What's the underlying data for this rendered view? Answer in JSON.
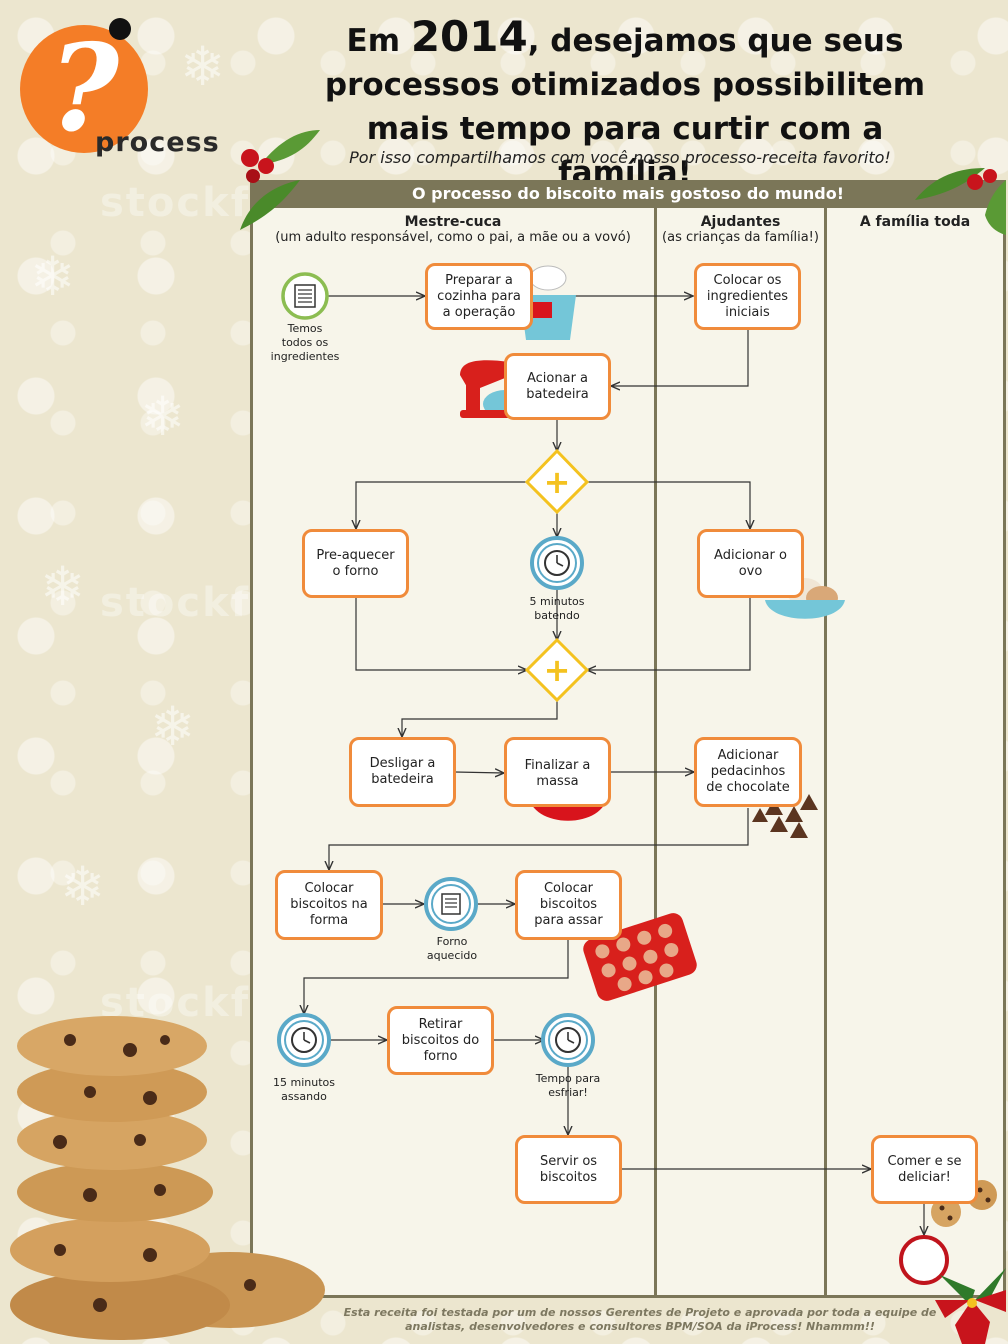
{
  "header": {
    "logo_text": "process",
    "headline_prefix": "Em ",
    "headline_year": "2014",
    "headline_suffix": ", desejamos que seus processos otimizados  possibilitem mais tempo para curtir com a família!",
    "subtitle": "Por isso compartilhamos com você nosso processo-receita favorito!"
  },
  "diagram": {
    "pool_title": "O processo do biscoito  mais gostoso do mundo!",
    "lanes": [
      {
        "title": "Mestre-cuca",
        "subtitle": "(um adulto responsável, como o pai, a mãe ou a vovó)"
      },
      {
        "title": "Ajudantes",
        "subtitle": "(as crianças da família!)"
      },
      {
        "title": "A família toda",
        "subtitle": ""
      }
    ],
    "events": {
      "start": "Temos\ntodos os\ningredientes",
      "timer_5min": "5 minutos\nbatendo",
      "oven_hot": "Forno\naquecido",
      "timer_15min": "15 minutos\nassando",
      "cool": "Tempo para\nesfriar!"
    },
    "tasks": {
      "prep_kitchen": "Preparar  a\ncozinha para\na operação",
      "initial_ingredients": "Colocar os\ningredientes\niniciais",
      "start_mixer": "Acionar a\nbatedeira",
      "preheat": "Pre-aquecer\no forno",
      "add_egg": "Adicionar  o\novo",
      "stop_mixer": "Desligar  a\nbatedeira",
      "finish_dough": "Finalizar  a\nmassa",
      "add_chocolate": "Adicionar\npedacinhos\nde chocolate",
      "place_cookies": "Colocar\nbiscoitos na\nforma",
      "bake": "Colocar\nbiscoitos\npara  assar",
      "remove": "Retirar\nbiscoitos do\nforno",
      "serve": "Servir  os\nbiscoitos",
      "enjoy": "Comer  e se\ndeliciar!"
    },
    "gateway_symbol": "+"
  },
  "footer": "Esta receita foi testada por um de nossos Gerentes de Projeto e aprovada por toda a equipe de analistas, desenvolvedores e consultores BPM/SOA da iProcess! Nhammm!!",
  "watermark": "stockfresh",
  "colors": {
    "accent": "#f08b3b",
    "pool": "#7b7658",
    "gateway": "#f4c21f",
    "event_start": "#8cbd52",
    "event_timer": "#5aa9c8",
    "event_end": "#c0141c"
  }
}
